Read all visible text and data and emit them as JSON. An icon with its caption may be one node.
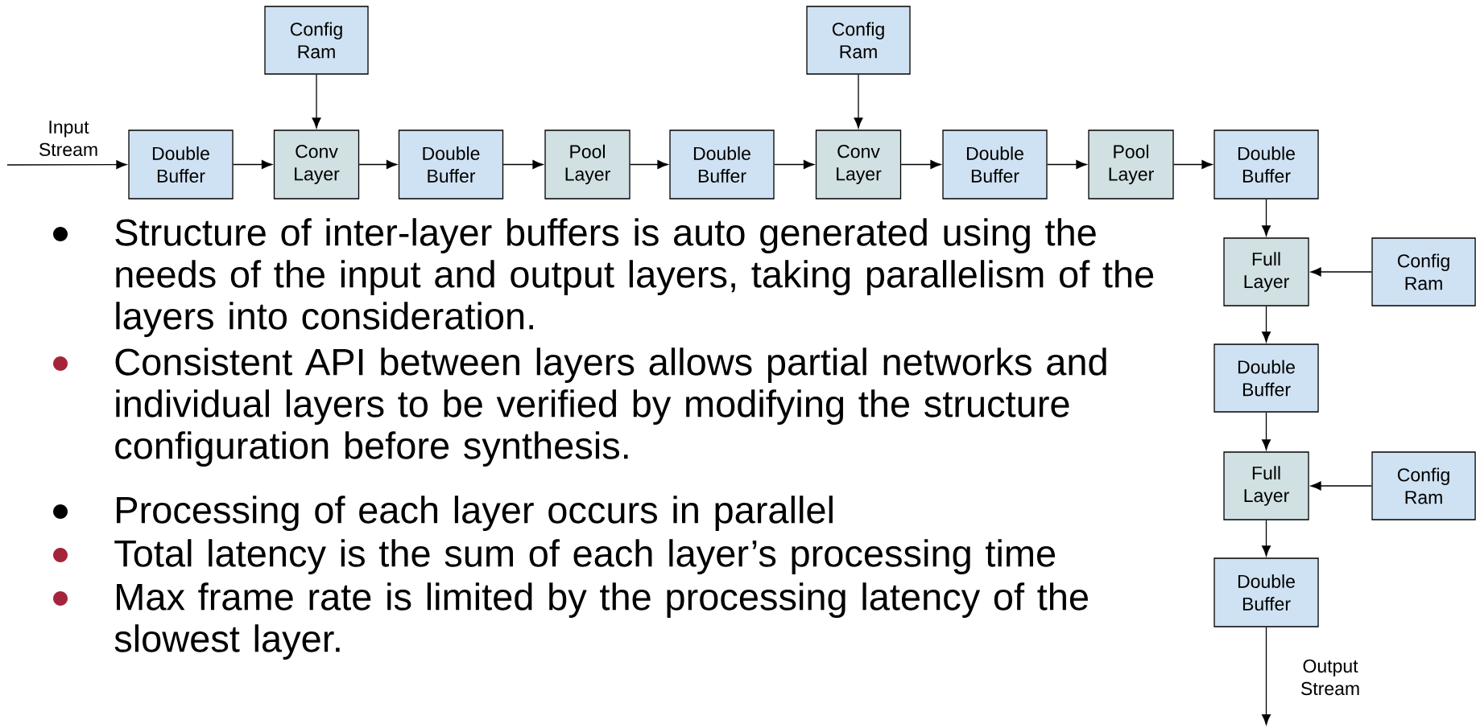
{
  "diagram": {
    "nodes": [
      {
        "text": [
          "Config Ram"
        ]
      },
      {
        "text": [
          "Config Ram"
        ]
      },
      {
        "text": [
          "Double Buffer"
        ]
      },
      {
        "text": [
          "Conv Layer"
        ]
      },
      {
        "text": [
          "Double Buffer"
        ]
      },
      {
        "text": [
          "Pool Layer"
        ]
      },
      {
        "text": [
          "Double Buffer"
        ]
      },
      {
        "text": [
          "Conv Layer"
        ]
      },
      {
        "text": [
          "Double Buffer"
        ]
      },
      {
        "text": [
          "Pool Layer"
        ]
      },
      {
        "text": [
          "Double Buffer"
        ]
      },
      {
        "text": [
          "Full Layer"
        ]
      },
      {
        "text": [
          "Config Ram"
        ]
      },
      {
        "text": [
          "Double Buffer"
        ]
      },
      {
        "text": [
          "Full Layer"
        ]
      },
      {
        "text": [
          "Config Ram"
        ]
      },
      {
        "text": [
          "Double Buffer"
        ]
      }
    ],
    "edges": [
      {
        "from": null,
        "to": 2,
        "arrow": "to",
        "label": "Input Stream"
      },
      {
        "from": 2,
        "to": 3,
        "arrow": "to"
      },
      {
        "from": 0,
        "to": 3,
        "arrow": "to"
      },
      {
        "from": 3,
        "to": 4,
        "arrow": "to"
      },
      {
        "from": 4,
        "to": 5,
        "arrow": "to"
      },
      {
        "from": 5,
        "to": 6,
        "arrow": "to"
      },
      {
        "from": 6,
        "to": 7,
        "arrow": "to"
      },
      {
        "from": 1,
        "to": 7,
        "arrow": "to"
      },
      {
        "from": 7,
        "to": 8,
        "arrow": "to"
      },
      {
        "from": 8,
        "to": 9,
        "arrow": "to"
      },
      {
        "from": 9,
        "to": 10,
        "arrow": "to"
      },
      {
        "from": 10,
        "to": 11,
        "arrow": "to"
      },
      {
        "from": 12,
        "to": 11,
        "arrow": "to"
      },
      {
        "from": 11,
        "to": 13,
        "arrow": "to"
      },
      {
        "from": 13,
        "to": 14,
        "arrow": "to"
      },
      {
        "from": 15,
        "to": 14,
        "arrow": "to"
      },
      {
        "from": 14,
        "to": 16,
        "arrow": "to"
      },
      {
        "from": 16,
        "to": null,
        "arrow": "to",
        "label": "Output Stream"
      }
    ],
    "labels": [
      "Structure of inter-layer buffers is auto generated using the needs of the input and output layers, taking parallelism of the layers into consideration.",
      "Consistent API between layers allows partial networks and individual layers to be verified by modifying the structure configuration before synthesis.",
      "Processing of each layer occurs in parallel",
      "Total latency is the sum of each layer’s processing time",
      "Max frame rate is limited by the processing latency of the slowest layer."
    ]
  }
}
